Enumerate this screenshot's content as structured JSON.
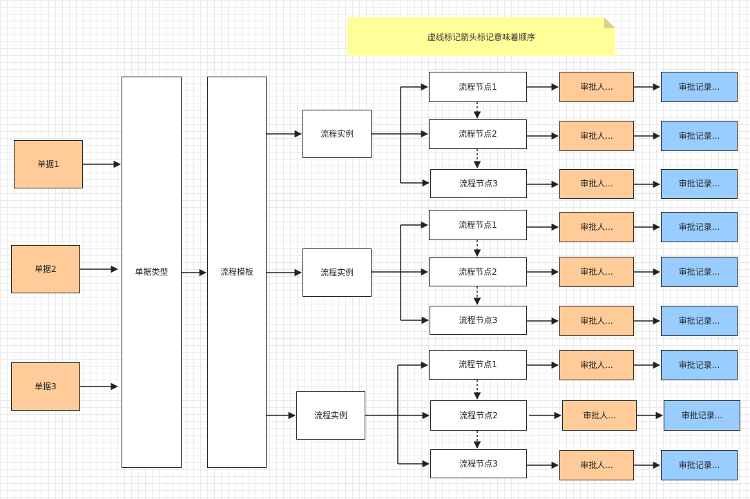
{
  "note": "虚线标记箭头标记意味着顺序",
  "documents": [
    "单据1",
    "单据2",
    "单据3"
  ],
  "doc_type": "单据类型",
  "template": "流程模板",
  "instance_label": "流程实例",
  "nodes": [
    "流程节点1",
    "流程节点2",
    "流程节点3"
  ],
  "approver_label": "审批人...",
  "record_label": "审批记录...",
  "colors": {
    "orange": "#ffcc99",
    "blue": "#99ccff",
    "note": "#ffff99",
    "stroke": "#222222"
  }
}
